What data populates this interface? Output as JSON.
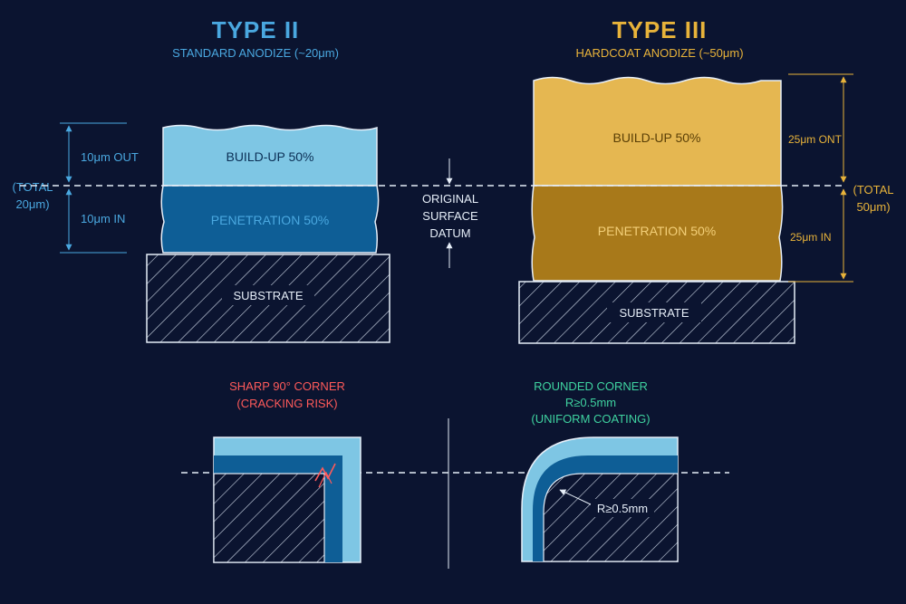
{
  "colors": {
    "background": "#0b1430",
    "type2_accent": "#4aa8e0",
    "type2_buildup": "#7ec6e4",
    "type2_penetration": "#0e5e96",
    "type3_accent": "#e8b33a",
    "type3_buildup": "#e5b751",
    "type3_penetration": "#a8791a",
    "line_white": "#e6eef8",
    "sharp_warning": "#ff5a5a",
    "rounded_good": "#3fd3a0"
  },
  "type2": {
    "title": "TYPE II",
    "subtitle": "STANDARD ANODIZE (~20μm)",
    "buildup_label": "BUILD-UP 50%",
    "penetration_label": "PENETRATION 50%",
    "substrate_label": "SUBSTRATE",
    "dim_out": "10μm OUT",
    "dim_in": "10μm IN",
    "total_line1": "(TOTAL",
    "total_line2": "20μm)"
  },
  "type3": {
    "title": "TYPE III",
    "subtitle": "HARDCOAT ANODIZE (~50μm)",
    "buildup_label": "BUILD-UP 50%",
    "penetration_label": "PENETRATION 50%",
    "substrate_label": "SUBSTRATE",
    "dim_out": "25μm ONT",
    "dim_in": "25μm IN",
    "total_line1": "(TOTAL",
    "total_line2": "50μm)"
  },
  "datum": {
    "line1": "ORIGINAL",
    "line2": "SURFACE",
    "line3": "DATUM"
  },
  "corners": {
    "sharp_line1": "SHARP 90° CORNER",
    "sharp_line2": "(CRACKING RISK)",
    "rounded_line1": "ROUNDED CORNER",
    "rounded_line2": "R≥0.5mm",
    "rounded_line3": "(UNIFORM COATING)",
    "radius_label": "R≥0.5mm"
  }
}
